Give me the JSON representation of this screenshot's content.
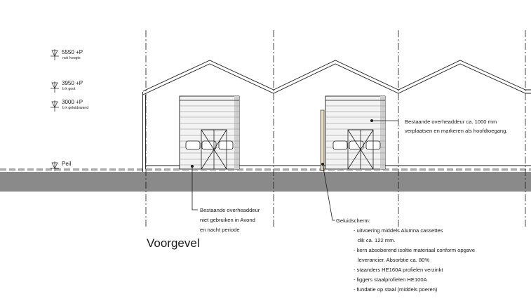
{
  "levels": {
    "nok": {
      "value": "5550 +P",
      "sub": "nok hoogte"
    },
    "goot": {
      "value": "3950 +P",
      "sub": "b k goot"
    },
    "geluidswand": {
      "value": "3000 +P",
      "sub": "b k geluidswand"
    },
    "peil": {
      "value": "Peil"
    }
  },
  "title": "Voorgevel",
  "annotations": {
    "door_right": [
      "Bestaande overheaddeur ca. 1000 mm",
      "verplaatsen en markeren als hoofdtoegang."
    ],
    "door_left": [
      "Bestaande overheaddeur",
      "niet gebruiken in Avond",
      "en nacht periode"
    ],
    "screen": {
      "heading": "Geluidscherm:",
      "lines": [
        "- uitvoering middels Alumna cassettes",
        "dik ca. 122 mm.",
        "- kern absoberend isoltie materiaal conform opgave",
        "leverancier. Absorbtie ca. 80%",
        "- staanders HE160A profielen verzinkt",
        "- liggers staalprofielen HE100A",
        "- fundatie op staal (middels poeren)"
      ]
    }
  },
  "colors": {
    "ground": "#8a8a8a",
    "screen_panel": "#e9d9bd",
    "door_fill": "#f2f2f2",
    "door_shade": "#cfcfcf",
    "line": "#1a1a1a"
  }
}
